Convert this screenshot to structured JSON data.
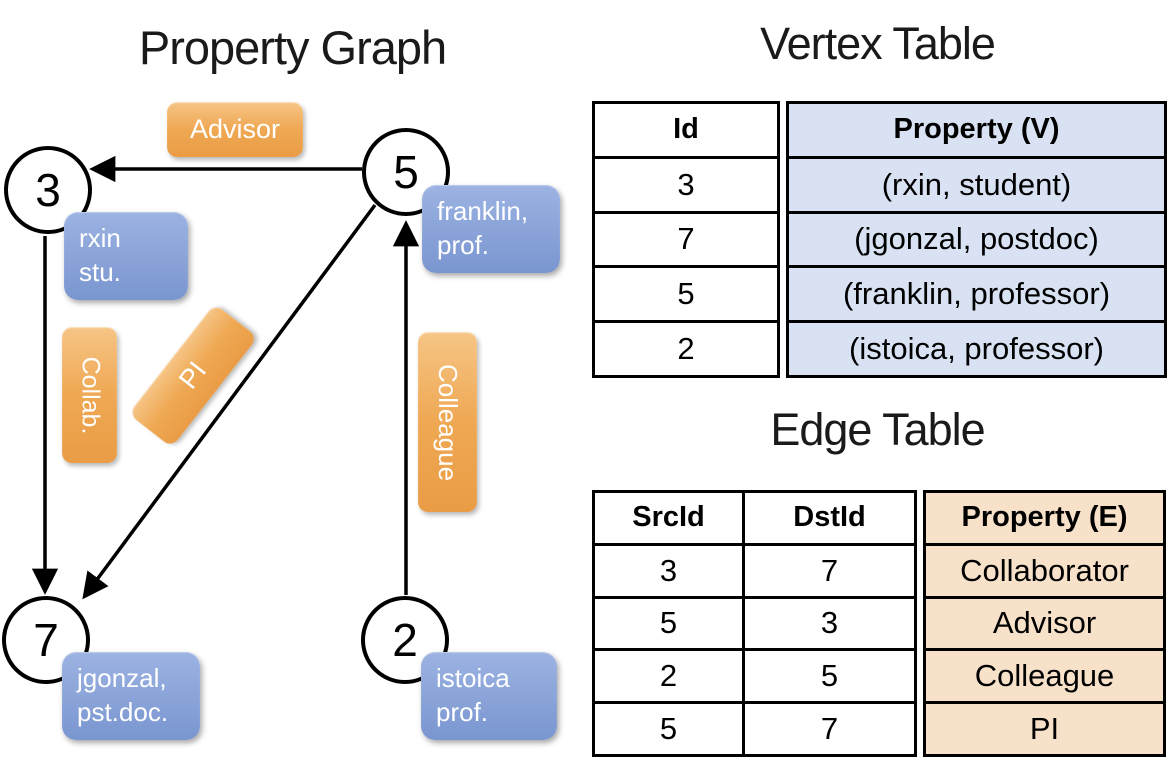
{
  "colors": {
    "orange-light": "#f6c586",
    "orange-dark": "#ea9c45",
    "blue-light": "#9cb3e2",
    "blue-dark": "#7a96d0",
    "table-blue": "#d8e2f2",
    "table-orange": "#f7e1c9",
    "ink": "#000000"
  },
  "graph": {
    "title": "Property Graph",
    "nodes": [
      {
        "id": "3",
        "box": {
          "line1": "rxin",
          "line2": "stu."
        }
      },
      {
        "id": "5",
        "box": {
          "line1": "franklin,",
          "line2": "prof."
        }
      },
      {
        "id": "7",
        "box": {
          "line1": "jgonzal,",
          "line2": "pst.doc."
        }
      },
      {
        "id": "2",
        "box": {
          "line1": "istoica",
          "line2": "prof."
        }
      }
    ],
    "edges": [
      {
        "label": "Advisor",
        "src": "5",
        "dst": "3"
      },
      {
        "label": "Collab.",
        "src": "3",
        "dst": "7"
      },
      {
        "label": "PI",
        "src": "5",
        "dst": "7"
      },
      {
        "label": "Colleague",
        "src": "2",
        "dst": "5"
      }
    ]
  },
  "vertex_table": {
    "title": "Vertex Table",
    "headers": {
      "id": "Id",
      "property": "Property (V)"
    },
    "rows": [
      {
        "id": "3",
        "property": "(rxin, student)"
      },
      {
        "id": "7",
        "property": "(jgonzal, postdoc)"
      },
      {
        "id": "5",
        "property": "(franklin, professor)"
      },
      {
        "id": "2",
        "property": "(istoica, professor)"
      }
    ]
  },
  "edge_table": {
    "title": "Edge Table",
    "headers": {
      "src": "SrcId",
      "dst": "DstId",
      "property": "Property (E)"
    },
    "rows": [
      {
        "src": "3",
        "dst": "7",
        "property": "Collaborator"
      },
      {
        "src": "5",
        "dst": "3",
        "property": "Advisor"
      },
      {
        "src": "2",
        "dst": "5",
        "property": "Colleague"
      },
      {
        "src": "5",
        "dst": "7",
        "property": "PI"
      }
    ]
  }
}
